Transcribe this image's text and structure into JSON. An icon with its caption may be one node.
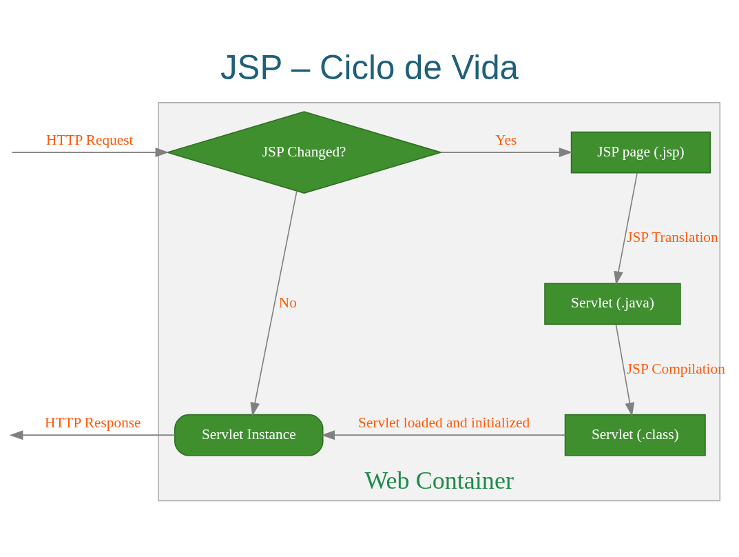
{
  "diagram": {
    "title": "JSP – Ciclo de Vida",
    "nodes": [
      {
        "text": [
          "Web Container"
        ]
      },
      {
        "text": [
          "JSP Changed?"
        ],
        "in": 0
      },
      {
        "text": [
          "JSP page (.jsp)"
        ],
        "in": 0
      },
      {
        "text": [
          "Servlet (.java)"
        ],
        "in": 0
      },
      {
        "text": [
          "Servlet (.class)"
        ],
        "in": 0
      },
      {
        "text": [
          "Servlet Instance"
        ],
        "in": 0
      }
    ],
    "edges": [
      {
        "from": null,
        "to": 1,
        "arrow": "to",
        "label": "HTTP Request"
      },
      {
        "from": 1,
        "to": 2,
        "arrow": "to",
        "label": "Yes"
      },
      {
        "from": 2,
        "to": 3,
        "arrow": "to",
        "label": "JSP Translation"
      },
      {
        "from": 3,
        "to": 4,
        "arrow": "to",
        "label": "JSP Compilation"
      },
      {
        "from": 4,
        "to": 5,
        "arrow": "to",
        "label": "Servlet loaded and initialized"
      },
      {
        "from": 1,
        "to": 5,
        "arrow": "to",
        "label": "No"
      },
      {
        "from": 5,
        "to": null,
        "arrow": "to",
        "label": "HTTP Response"
      }
    ]
  }
}
